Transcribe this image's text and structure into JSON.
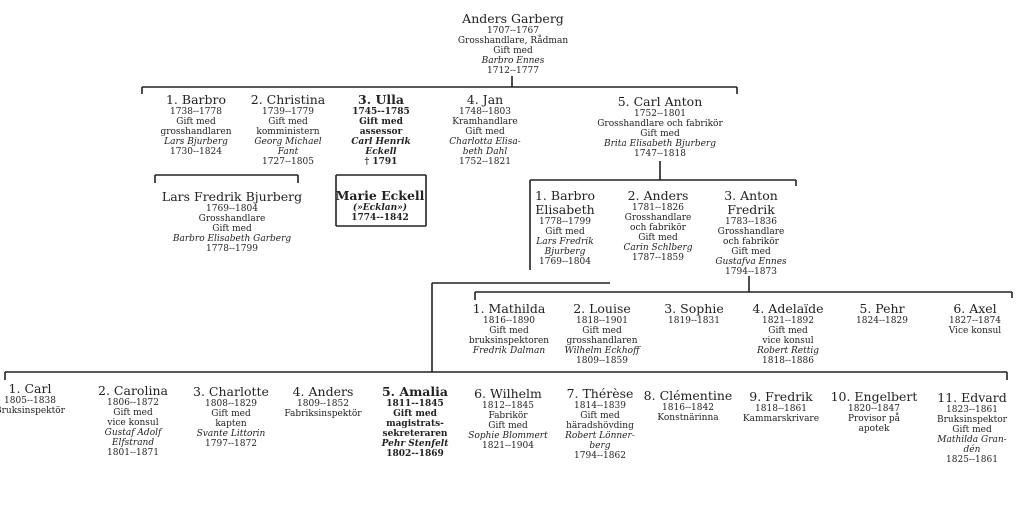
{
  "root": {
    "name": "Anders Garberg",
    "lines": [
      {
        "t": "1707--1767"
      },
      {
        "t": "Grosshandlare, Rådman"
      },
      {
        "t": "Gift med"
      },
      {
        "t": "Barbro Ennes",
        "i": true
      },
      {
        "t": "1712--1777"
      }
    ]
  },
  "gen1": [
    {
      "name": "1. Barbro",
      "lines": [
        {
          "t": "1738--1778"
        },
        {
          "t": "Gift med"
        },
        {
          "t": "grosshandlaren"
        },
        {
          "t": "Lars Bjurberg",
          "i": true
        },
        {
          "t": "1730--1824"
        }
      ]
    },
    {
      "name": "2. Christina",
      "lines": [
        {
          "t": "1739--1779"
        },
        {
          "t": "Gift med"
        },
        {
          "t": "komministern"
        },
        {
          "t": "Georg Michael",
          "i": true
        },
        {
          "t": "Fant",
          "i": true
        },
        {
          "t": "1727--1805"
        }
      ]
    },
    {
      "name": "3. Ulla",
      "bold": true,
      "lines": [
        {
          "t": "1745--1785"
        },
        {
          "t": "Gift med"
        },
        {
          "t": "assessor"
        },
        {
          "t": "Carl Henrik",
          "i": true
        },
        {
          "t": "Eckell",
          "i": true
        },
        {
          "t": "† 1791"
        }
      ]
    },
    {
      "name": "4. Jan",
      "lines": [
        {
          "t": "1748--1803"
        },
        {
          "t": "Kramhandlare"
        },
        {
          "t": "Gift med"
        },
        {
          "t": "Charlotta Elisa-",
          "i": true
        },
        {
          "t": "beth Dahl",
          "i": true
        },
        {
          "t": "1752--1821"
        }
      ]
    },
    {
      "name": "5. Carl Anton",
      "lines": [
        {
          "t": "1752--1801"
        },
        {
          "t": "Grosshandlare och fabrikör"
        },
        {
          "t": "Gift med"
        },
        {
          "t": "Brita Elisabeth Bjurberg",
          "i": true
        },
        {
          "t": "1747--1818"
        }
      ]
    }
  ],
  "bjurberg": {
    "name": "Lars Fredrik Bjurberg",
    "lines": [
      {
        "t": "1769--1804"
      },
      {
        "t": "Grosshandlare"
      },
      {
        "t": "Gift med"
      },
      {
        "t": "Barbro Elisabeth Garberg",
        "i": true
      },
      {
        "t": "1778--1799"
      }
    ]
  },
  "eckell": {
    "name": "Marie Eckell",
    "bold": true,
    "lines": [
      {
        "t": "(»Ecklan»)",
        "i": true
      },
      {
        "t": "1774--1842"
      }
    ]
  },
  "gen2": [
    {
      "name": "1. Barbro",
      "name2": "Elisabeth",
      "lines": [
        {
          "t": "1778--1799"
        },
        {
          "t": "Gift med"
        },
        {
          "t": "Lars Fredrik",
          "i": true
        },
        {
          "t": "Bjurberg",
          "i": true
        },
        {
          "t": "1769--1804"
        }
      ]
    },
    {
      "name": "2. Anders",
      "lines": [
        {
          "t": "1781--1826"
        },
        {
          "t": "Grosshandlare"
        },
        {
          "t": "och fabrikör"
        },
        {
          "t": "Gift med"
        },
        {
          "t": "Carin Schlberg",
          "i": true
        },
        {
          "t": "1787--1859"
        }
      ]
    },
    {
      "name": "3. Anton",
      "name2": "Fredrik",
      "lines": [
        {
          "t": "1783--1836"
        },
        {
          "t": "Grosshandlare"
        },
        {
          "t": "och fabrikör"
        },
        {
          "t": "Gift med"
        },
        {
          "t": "Gustafva Ennes",
          "i": true
        },
        {
          "t": "1794--1873"
        }
      ]
    }
  ],
  "gen3a": [
    {
      "name": "1. Mathilda",
      "lines": [
        {
          "t": "1816--1890"
        },
        {
          "t": "Gift med"
        },
        {
          "t": "bruksinspektoren"
        },
        {
          "t": "Fredrik Dalman",
          "i": true
        }
      ]
    },
    {
      "name": "2. Louise",
      "lines": [
        {
          "t": "1818--1901"
        },
        {
          "t": "Gift med"
        },
        {
          "t": "grosshandlaren"
        },
        {
          "t": "Wilhelm Eckhoff",
          "i": true
        },
        {
          "t": "1809--1859"
        }
      ]
    },
    {
      "name": "3. Sophie",
      "lines": [
        {
          "t": "1819--1831"
        }
      ]
    },
    {
      "name": "4. Adelaïde",
      "lines": [
        {
          "t": "1821--1892"
        },
        {
          "t": "Gift med"
        },
        {
          "t": "vice konsul"
        },
        {
          "t": "Robert Rettig",
          "i": true
        },
        {
          "t": "1818--1886"
        }
      ]
    },
    {
      "name": "5. Pehr",
      "lines": [
        {
          "t": "1824--1829"
        }
      ]
    },
    {
      "name": "6. Axel",
      "lines": [
        {
          "t": "1827--1874"
        },
        {
          "t": "Vice konsul"
        }
      ]
    }
  ],
  "gen3b": [
    {
      "name": "1. Carl",
      "lines": [
        {
          "t": "1805--1838"
        },
        {
          "t": "Bruksinspektör"
        }
      ]
    },
    {
      "name": "2. Carolina",
      "lines": [
        {
          "t": "1806--1872"
        },
        {
          "t": "Gift med"
        },
        {
          "t": "vice konsul"
        },
        {
          "t": "Gustaf Adolf",
          "i": true
        },
        {
          "t": "Elfstrand",
          "i": true
        },
        {
          "t": "1801--1871"
        }
      ]
    },
    {
      "name": "3. Charlotte",
      "lines": [
        {
          "t": "1808--1829"
        },
        {
          "t": "Gift med"
        },
        {
          "t": "kapten"
        },
        {
          "t": "Svante Littorin",
          "i": true
        },
        {
          "t": "1797--1872"
        }
      ]
    },
    {
      "name": "4. Anders",
      "lines": [
        {
          "t": "1809--1852"
        },
        {
          "t": "Fabriksinspektör"
        }
      ]
    },
    {
      "name": "5. Amalia",
      "bold": true,
      "lines": [
        {
          "t": "1811--1845"
        },
        {
          "t": "Gift med"
        },
        {
          "t": "magistrats-"
        },
        {
          "t": "sekreteraren"
        },
        {
          "t": "Pehr Stenfelt",
          "i": true
        },
        {
          "t": "1802--1869"
        }
      ]
    },
    {
      "name": "6. Wilhelm",
      "lines": [
        {
          "t": "1812--1845"
        },
        {
          "t": "Fabrikör"
        },
        {
          "t": "Gift med"
        },
        {
          "t": "Sophie Blommert",
          "i": true
        },
        {
          "t": "1821--1904"
        }
      ]
    },
    {
      "name": "7. Thérèse",
      "lines": [
        {
          "t": "1814--1839"
        },
        {
          "t": "Gift med"
        },
        {
          "t": "häradshövding"
        },
        {
          "t": "Robert Lönner-",
          "i": true
        },
        {
          "t": "berg",
          "i": true
        },
        {
          "t": "1794--1862"
        }
      ]
    },
    {
      "name": "8. Clémentine",
      "lines": [
        {
          "t": "1816--1842"
        },
        {
          "t": "Konstnärinna"
        }
      ]
    },
    {
      "name": "9. Fredrik",
      "lines": [
        {
          "t": "1818--1861"
        },
        {
          "t": "Kammarskrivare"
        }
      ]
    },
    {
      "name": "10. Engelbert",
      "lines": [
        {
          "t": "1820--1847"
        },
        {
          "t": "Provisor på"
        },
        {
          "t": "apotek"
        }
      ]
    },
    {
      "name": "11. Edvard",
      "lines": [
        {
          "t": "1823--1861"
        },
        {
          "t": "Bruksinspektor"
        },
        {
          "t": "Gift med"
        },
        {
          "t": "Mathilda Gran-",
          "i": true
        },
        {
          "t": "dén",
          "i": true
        },
        {
          "t": "1825--1861"
        }
      ]
    }
  ]
}
